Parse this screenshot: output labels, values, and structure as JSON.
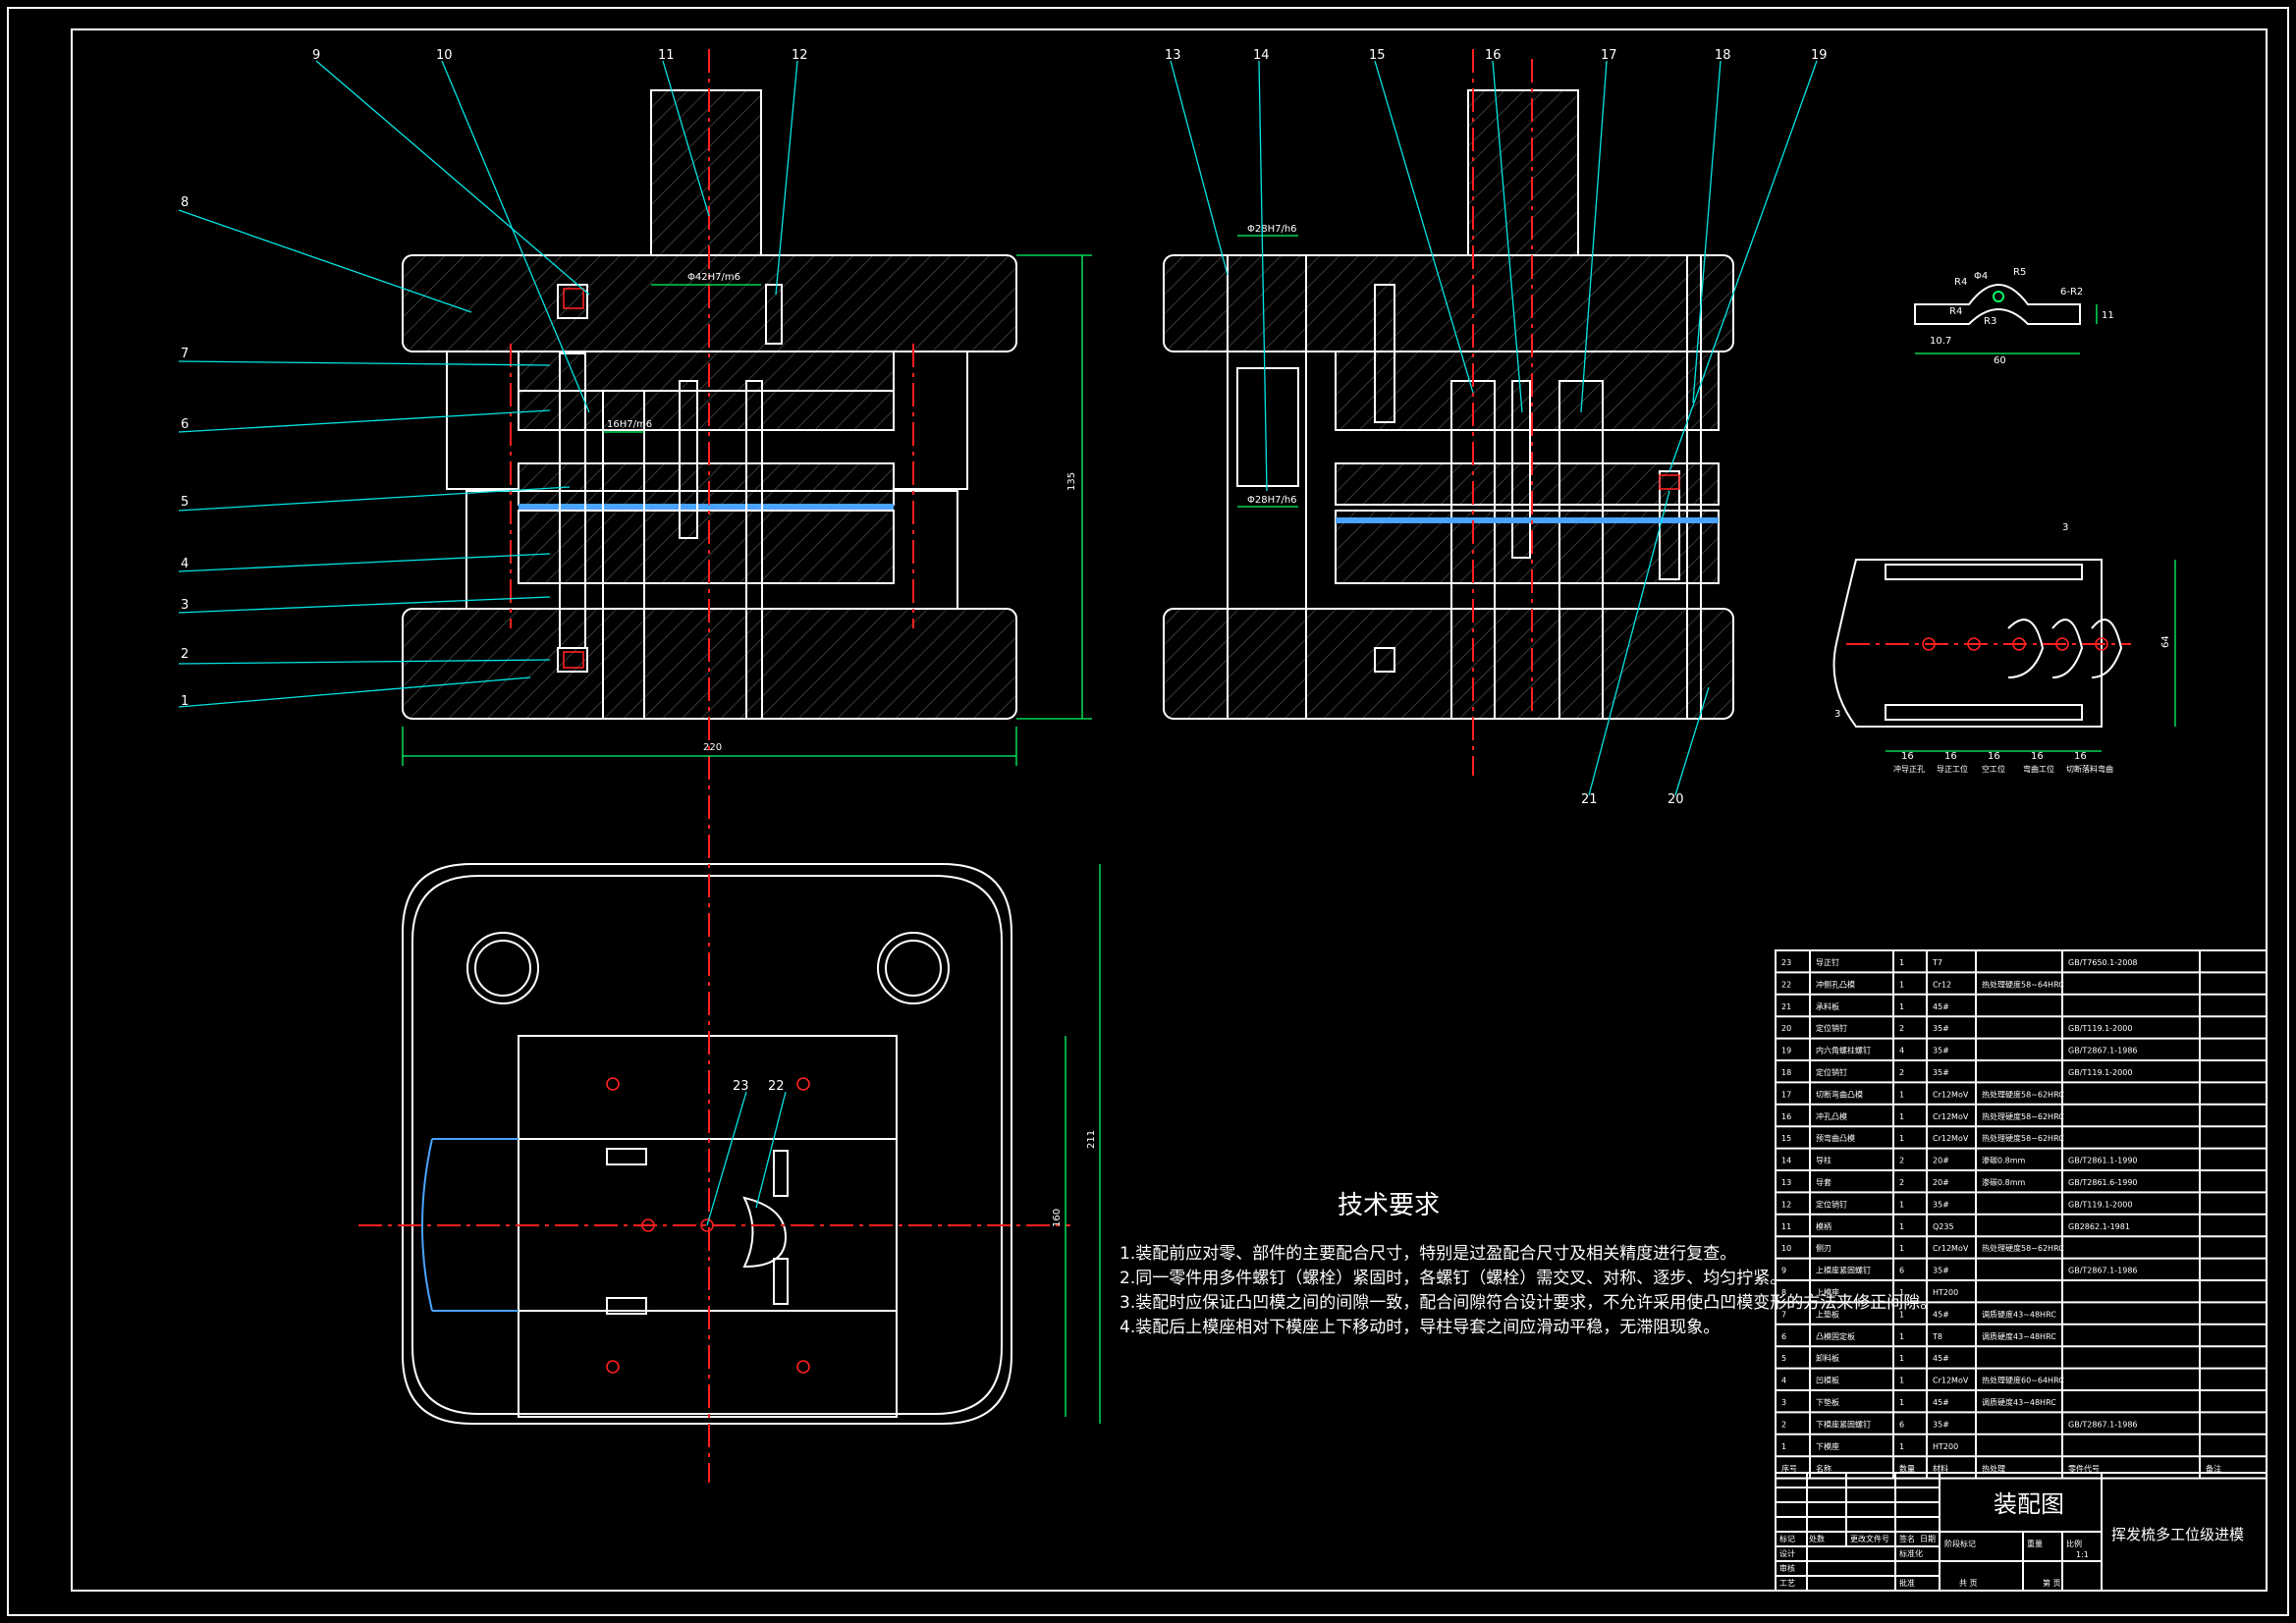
{
  "callouts": {
    "n1": "1",
    "n2": "2",
    "n3": "3",
    "n4": "4",
    "n5": "5",
    "n6": "6",
    "n7": "7",
    "n8": "8",
    "n9": "9",
    "n10": "10",
    "n11": "11",
    "n12": "12",
    "n13": "13",
    "n14": "14",
    "n15": "15",
    "n16": "16",
    "n17": "17",
    "n18": "18",
    "n19": "19",
    "n20": "20",
    "n21": "21",
    "n22": "22",
    "n23": "23"
  },
  "dimensions": {
    "front_width": "220",
    "front_height": "135",
    "fit_top": "Φ42H7/m6",
    "fit_mid": "16H7/m6",
    "side_fit_top": "Φ28H7/h6",
    "side_fit_bot": "Φ28H7/h6",
    "plan_height_outer": "211",
    "plan_height_inner": "160",
    "part_width": "60",
    "part_height": "11",
    "part_r4a": "R4",
    "part_r4b": "R4",
    "part_r5": "R5",
    "part_r3": "R3",
    "part_phi4": "Φ4",
    "part_r4b2": "R4",
    "part_10": "10.7",
    "part_6r2": "6-R2",
    "strip_width": "64",
    "strip_pitch": "3",
    "strip_left": "3",
    "strip_steps": [
      "16",
      "16",
      "16",
      "16",
      "16"
    ],
    "strip_ops": [
      "冲导正孔",
      "导正工位",
      "空工位",
      "弯曲工位",
      "切断落料弯曲"
    ]
  },
  "tech": {
    "title": "技术要求",
    "lines": [
      "1.装配前应对零、部件的主要配合尺寸，特别是过盈配合尺寸及相关精度进行复查。",
      "2.同一零件用多件螺钉（螺栓）紧固时，各螺钉（螺栓）需交叉、对称、逐步、均匀拧紧。",
      "3.装配时应保证凸凹模之间的间隙一致，配合间隙符合设计要求，不允许采用使凸凹模变形的方法来修正间隙。",
      "4.装配后上模座相对下模座上下移动时，导柱导套之间应滑动平稳，无滞阻现象。"
    ]
  },
  "bom": {
    "rows": [
      [
        "23",
        "导正钉",
        "1",
        "T7",
        "",
        "GB/T7650.1-2008"
      ],
      [
        "22",
        "冲侧孔凸模",
        "1",
        "Cr12",
        "热处理硬度58~64HRC",
        ""
      ],
      [
        "21",
        "承料板",
        "1",
        "45#",
        "",
        ""
      ],
      [
        "20",
        "定位销钉",
        "2",
        "35#",
        "",
        "GB/T119.1-2000"
      ],
      [
        "19",
        "内六角螺柱螺钉",
        "4",
        "35#",
        "",
        "GB/T2867.1-1986"
      ],
      [
        "18",
        "定位销钉",
        "2",
        "35#",
        "",
        "GB/T119.1-2000"
      ],
      [
        "17",
        "切断弯曲凸模",
        "1",
        "Cr12MoV",
        "热处理硬度58~62HRC",
        ""
      ],
      [
        "16",
        "冲孔凸模",
        "1",
        "Cr12MoV",
        "热处理硬度58~62HRC",
        ""
      ],
      [
        "15",
        "预弯曲凸模",
        "1",
        "Cr12MoV",
        "热处理硬度58~62HRC",
        ""
      ],
      [
        "14",
        "导柱",
        "2",
        "20#",
        "渗碳0.8mm",
        "GB/T2861.1-1990"
      ],
      [
        "13",
        "导套",
        "2",
        "20#",
        "渗碳0.8mm",
        "GB/T2861.6-1990"
      ],
      [
        "12",
        "定位销钉",
        "1",
        "35#",
        "",
        "GB/T119.1-2000"
      ],
      [
        "11",
        "模柄",
        "1",
        "Q235",
        "",
        "GB2862.1-1981"
      ],
      [
        "10",
        "侧刃",
        "1",
        "Cr12MoV",
        "热处理硬度58~62HRC",
        ""
      ],
      [
        "9",
        "上模座紧固螺钉",
        "6",
        "35#",
        "",
        "GB/T2867.1-1986"
      ],
      [
        "8",
        "上模座",
        "1",
        "HT200",
        "",
        ""
      ],
      [
        "7",
        "上垫板",
        "1",
        "45#",
        "调质硬度43~48HRC",
        ""
      ],
      [
        "6",
        "凸模固定板",
        "1",
        "T8",
        "调质硬度43~48HRC",
        ""
      ],
      [
        "5",
        "卸料板",
        "1",
        "45#",
        "",
        ""
      ],
      [
        "4",
        "凹模板",
        "1",
        "Cr12MoV",
        "热处理硬度60~64HRC",
        ""
      ],
      [
        "3",
        "下垫板",
        "1",
        "45#",
        "调质硬度43~48HRC",
        ""
      ],
      [
        "2",
        "下模座紧固螺钉",
        "6",
        "35#",
        "",
        "GB/T2867.1-1986"
      ],
      [
        "1",
        "下模座",
        "1",
        "HT200",
        "",
        ""
      ]
    ],
    "header": [
      "序号",
      "名称",
      "数量",
      "材料",
      "热处理",
      "零件代号",
      "备注"
    ]
  },
  "titleblock": {
    "drawing": "装配图",
    "name": "挥发梳多工位级进模",
    "scale": "1:1",
    "cells": [
      "标记",
      "处数",
      "更改文件号",
      "签名",
      "日期",
      "设计",
      "标准化",
      "阶段标记",
      "重量",
      "比例",
      "审核",
      "工艺",
      "批准",
      "共 页",
      "第 页"
    ]
  }
}
